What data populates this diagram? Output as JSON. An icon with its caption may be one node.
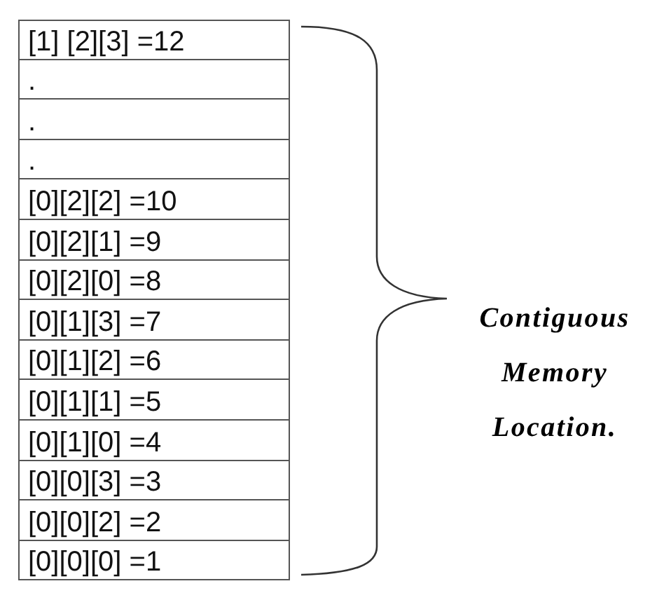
{
  "diagram": {
    "nodes": [
      {
        "text": [
          "[1] [2][3] =12"
        ]
      },
      {
        "text": [
          "."
        ]
      },
      {
        "text": [
          "."
        ]
      },
      {
        "text": [
          "."
        ]
      },
      {
        "text": [
          "[0][2][2] =10"
        ]
      },
      {
        "text": [
          "[0][2][1] =9"
        ]
      },
      {
        "text": [
          "[0][2][0] =8"
        ]
      },
      {
        "text": [
          "[0][1][3] =7"
        ]
      },
      {
        "text": [
          "[0][1][2] =6"
        ]
      },
      {
        "text": [
          "[0][1][1] =5"
        ]
      },
      {
        "text": [
          "[0][1][0] =4"
        ]
      },
      {
        "text": [
          "[0][0][3] =3"
        ]
      },
      {
        "text": [
          "[0][0][2] =2"
        ]
      },
      {
        "text": [
          "[0][0][0] =1"
        ]
      }
    ],
    "labels": [
      "Contiguous Memory Location."
    ]
  }
}
